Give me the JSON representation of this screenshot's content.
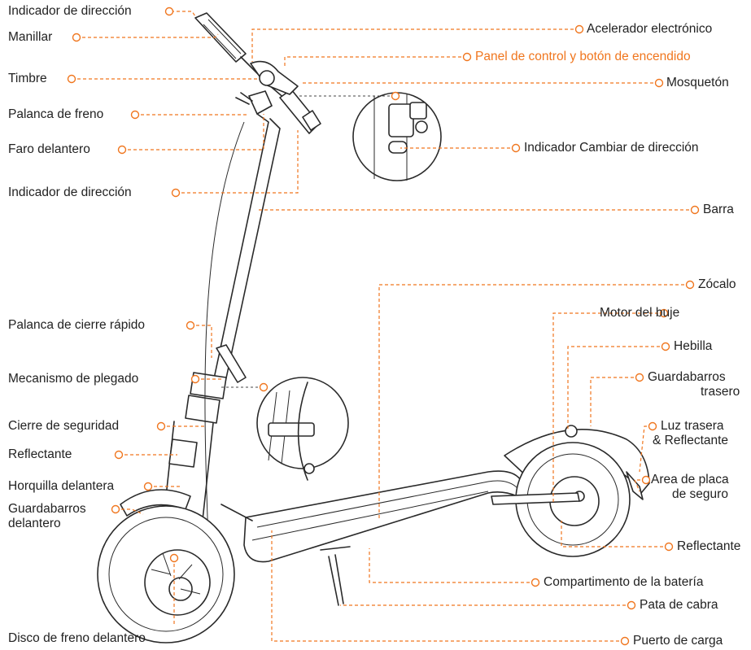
{
  "colors": {
    "accent": "#f0761e",
    "text": "#222222",
    "line_art": "#2a2a2a"
  },
  "labels": {
    "indicador_direccion_top": "Indicador de dirección",
    "manillar": "Manillar",
    "acelerador": "Acelerador electrónico",
    "panel": "Panel de control y botón de encendido",
    "timbre": "Timbre",
    "mosqueton": "Mosquetón",
    "palanca_freno": "Palanca de freno",
    "faro": "Faro delantero",
    "indicador_cambiar": "Indicador Cambiar de dirección",
    "indicador_direccion_bottom": "Indicador de dirección",
    "barra": "Barra",
    "zocalo": "Zócalo",
    "palanca_cierre": "Palanca de cierre rápido",
    "motor": "Motor del buje",
    "hebilla": "Hebilla",
    "guardabarros_trasero_1": "Guardabarros",
    "guardabarros_trasero_2": "trasero",
    "mecanismo": "Mecanismo de plegado",
    "cierre_seguridad": "Cierre de seguridad",
    "luz_trasera_1": "Luz trasera",
    "luz_trasera_2": "& Reflectante",
    "reflectante_left": "Reflectante",
    "horquilla": "Horquilla delantera",
    "area_placa_1": "Area de placa",
    "area_placa_2": "de seguro",
    "guardabarros_del_1": "Guardabarros",
    "guardabarros_del_2": "delantero",
    "reflectante_right": "Reflectante",
    "compartimento": "Compartimento de la batería",
    "pata": "Pata de cabra",
    "disco": "Disco de freno delantero",
    "puerto": "Puerto de carga"
  }
}
